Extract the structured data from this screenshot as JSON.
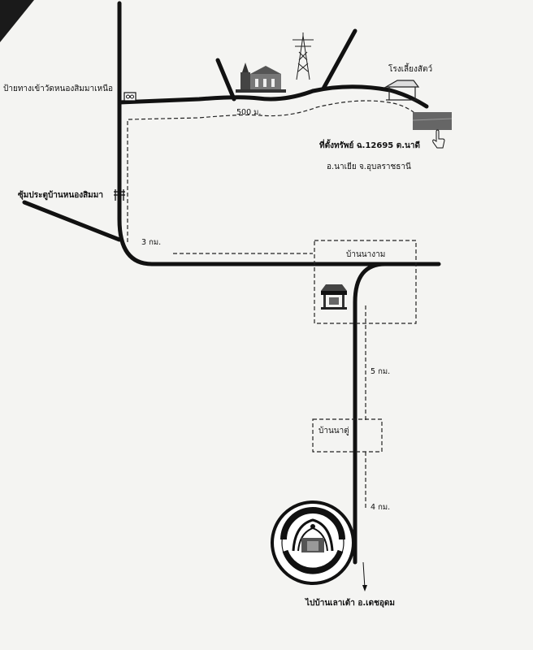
{
  "map": {
    "labels": {
      "north_temple_sign": "ป้ายทางเข้าวัดหนองสิมมาเหนือ",
      "arch_village_gate": "ซุ้มประตูบ้านหนองสิมมา",
      "farm_shed": "โรงเลี้ยงสัตว์",
      "property_line1": "ที่ตั้งทรัพย์ ฉ.12695 ต.นาดี",
      "property_line2": "อ.นาเยีย จ.อุบลราชธานี",
      "village_nangam": "บ้านนางาม",
      "village_natu": "บ้านนาตู่",
      "destination": "ไปบ้านเลาเต้า อ.เดชอุดม"
    },
    "distances": {
      "d500m": "500 ม.",
      "d3km": "3 กม.",
      "d5km": "5 กม.",
      "d4km": "4 กม."
    },
    "icons": [
      "temple-icon",
      "power-tower-icon",
      "shed-icon",
      "hand-pointer-icon",
      "sign-icon",
      "gate-icon",
      "market-icon",
      "seal-logo"
    ],
    "colors": {
      "road": "#111111",
      "background": "#f4f4f2"
    }
  }
}
